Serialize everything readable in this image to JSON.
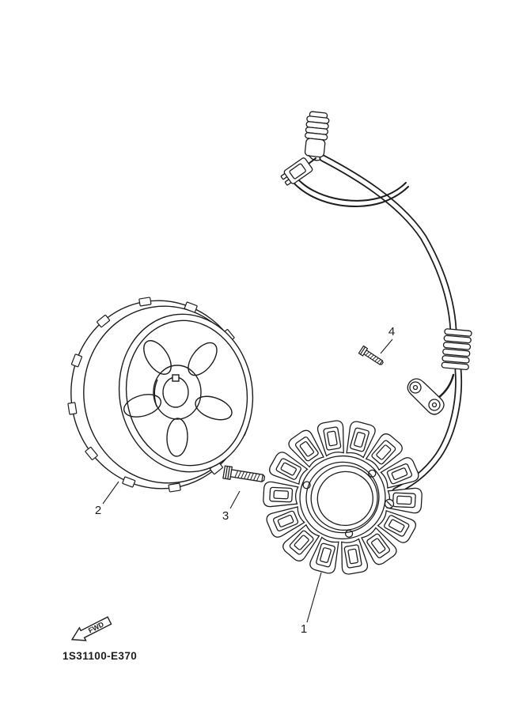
{
  "page": {
    "background_color": "#ffffff",
    "line_color": "#1d1d1d"
  },
  "diagram": {
    "part_code": "1S31100-E370",
    "fwd_label": "FWD",
    "callouts": [
      {
        "label": "1"
      },
      {
        "label": "2"
      },
      {
        "label": "3"
      },
      {
        "label": "4"
      }
    ]
  }
}
